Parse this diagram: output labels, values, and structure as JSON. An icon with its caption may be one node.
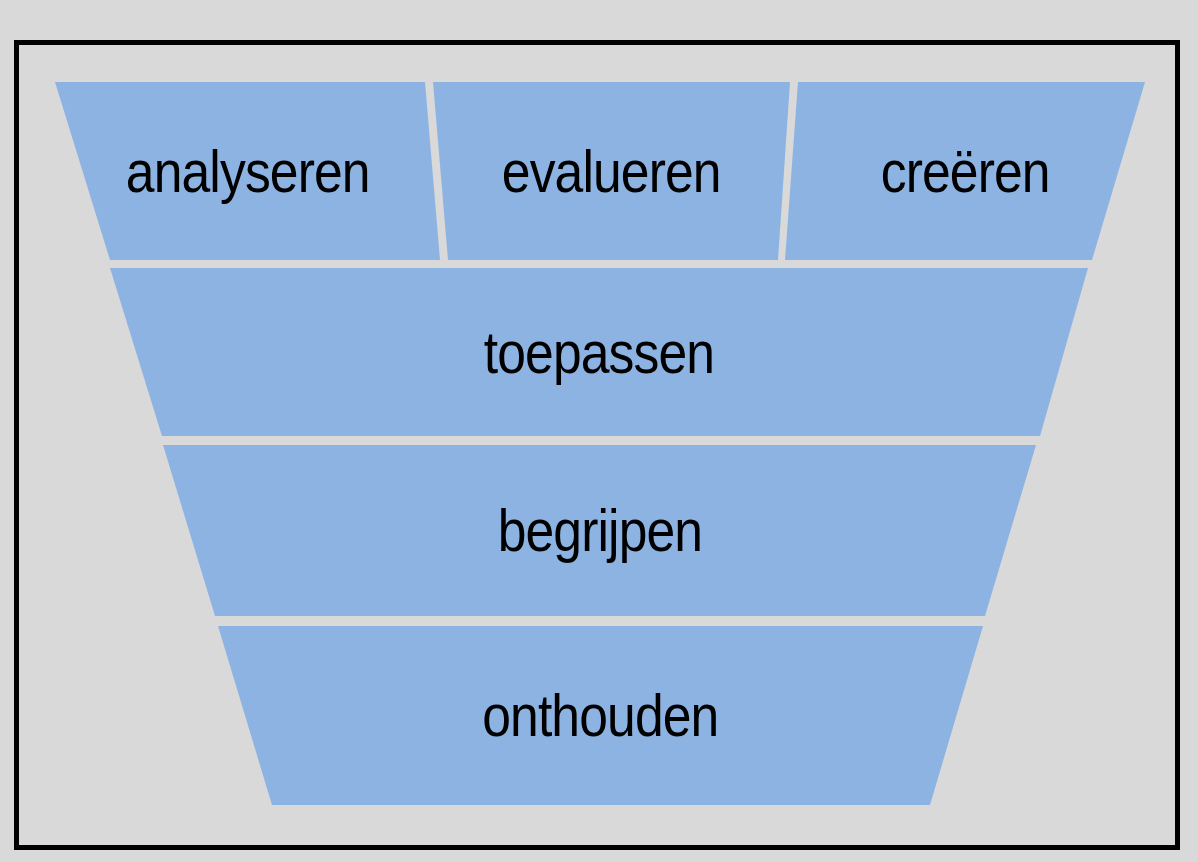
{
  "diagram": {
    "nodes": [
      {
        "text": [
          "analyseren"
        ]
      },
      {
        "text": [
          "evalueren"
        ]
      },
      {
        "text": [
          "creëren"
        ]
      },
      {
        "text": [
          "toepassen"
        ]
      },
      {
        "text": [
          "begrijpen"
        ]
      },
      {
        "text": [
          "onthouden"
        ]
      }
    ]
  }
}
